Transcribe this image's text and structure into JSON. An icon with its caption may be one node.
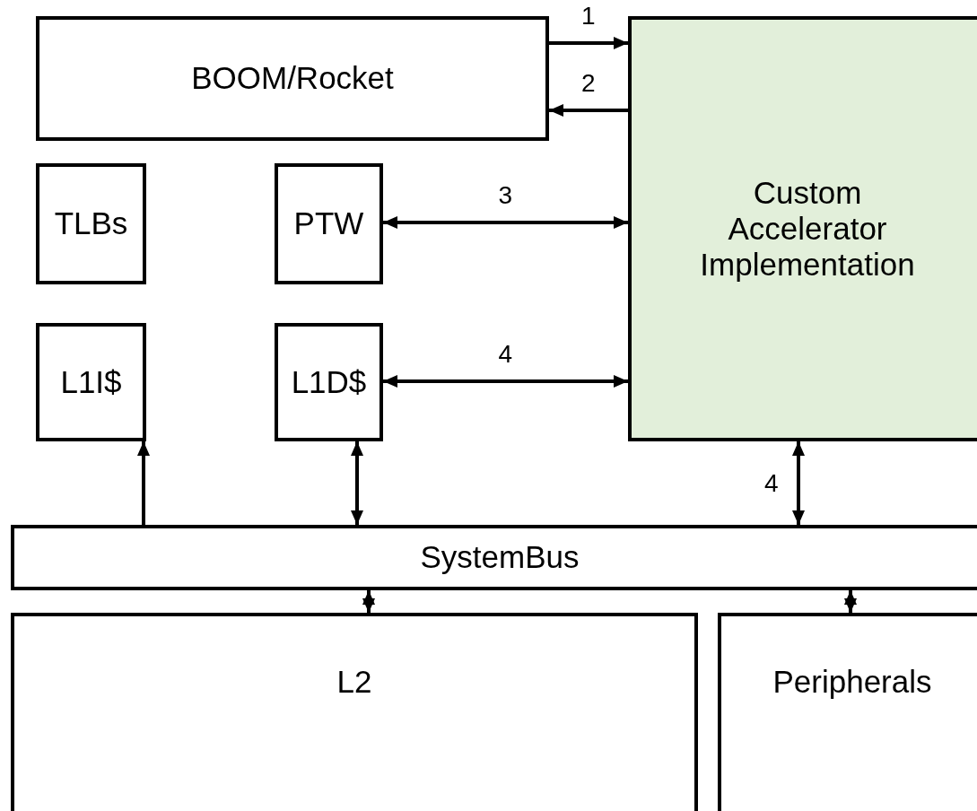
{
  "diagram": {
    "nodes": [
      {
        "text": [
          "BOOM/Rocket"
        ]
      },
      {
        "text": [
          "Custom Accelerator Implementation"
        ]
      },
      {
        "text": [
          "TLBs"
        ]
      },
      {
        "text": [
          "PTW"
        ]
      },
      {
        "text": [
          "L1I$"
        ]
      },
      {
        "text": [
          "L1D$"
        ]
      },
      {
        "text": [
          "SystemBus"
        ]
      },
      {
        "text": [
          "L2"
        ]
      },
      {
        "text": [
          "Peripherals"
        ]
      }
    ],
    "edges": [
      {
        "from": 0,
        "to": 1,
        "arrow": "to",
        "label": "1"
      },
      {
        "from": 1,
        "to": 0,
        "arrow": "to",
        "label": "2"
      },
      {
        "from": 3,
        "to": 1,
        "arrow": "both",
        "label": "3"
      },
      {
        "from": 5,
        "to": 1,
        "arrow": "both",
        "label": "4"
      },
      {
        "from": 6,
        "to": 4,
        "arrow": "to"
      },
      {
        "from": 5,
        "to": 6,
        "arrow": "both"
      },
      {
        "from": 1,
        "to": 6,
        "arrow": "both",
        "label": "4"
      },
      {
        "from": 7,
        "to": 6,
        "arrow": "both"
      },
      {
        "from": 8,
        "to": 6,
        "arrow": "both"
      }
    ]
  }
}
